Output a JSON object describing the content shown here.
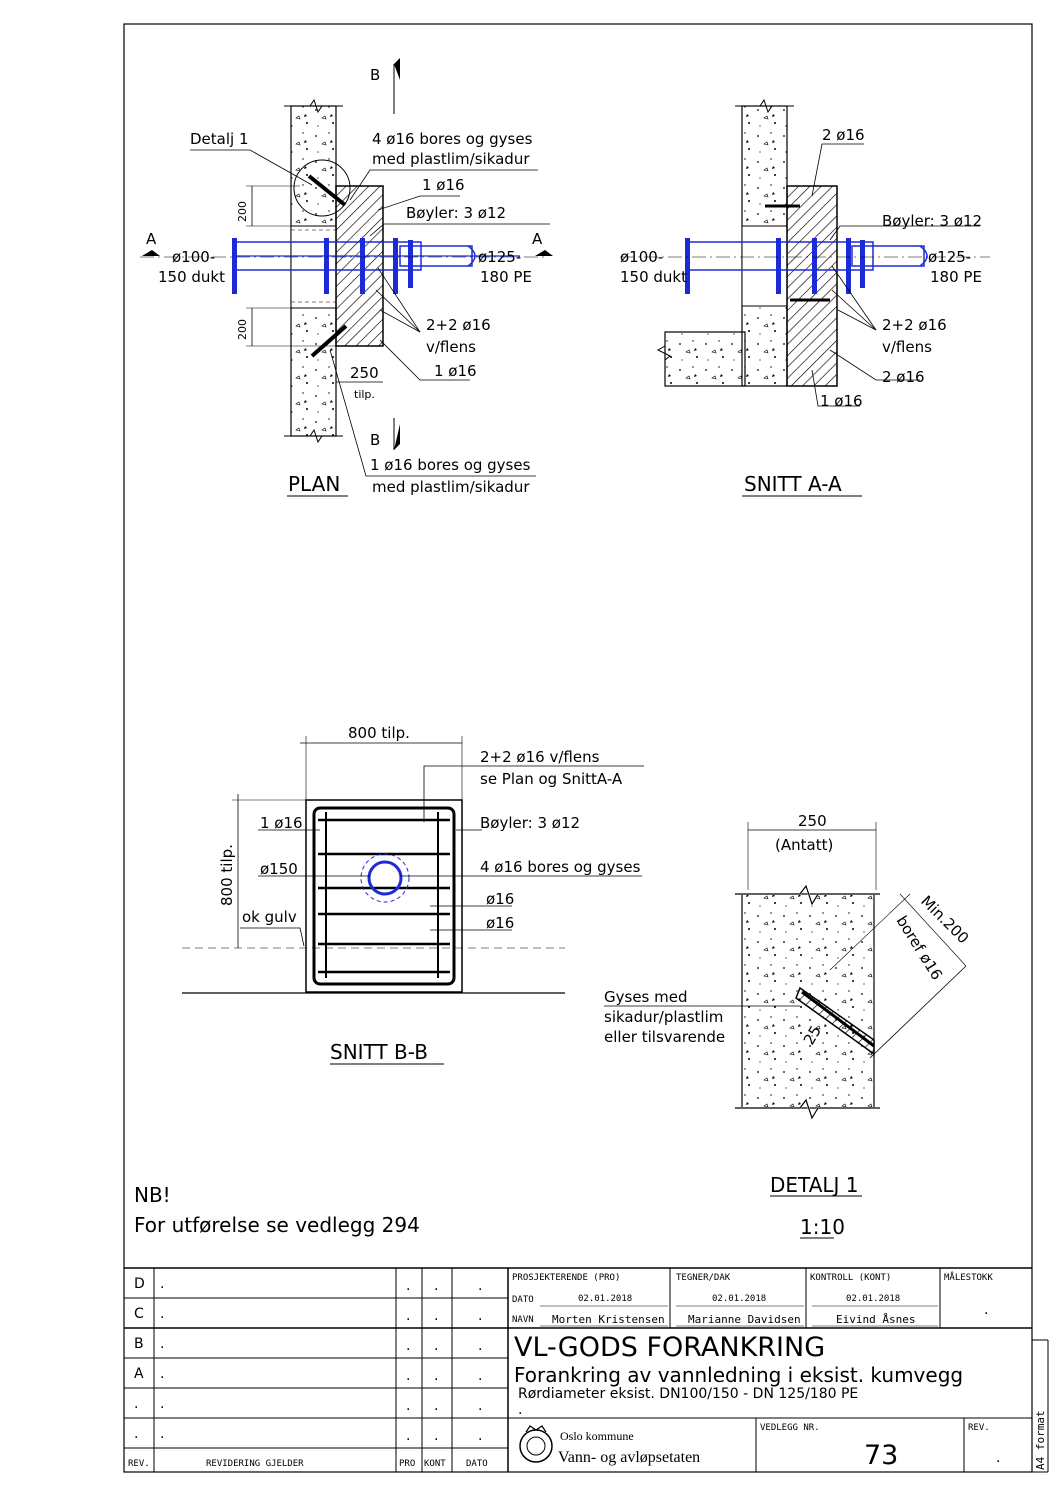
{
  "plan": {
    "section_mark_top": "B",
    "section_mark_bottom": "B",
    "section_left": "A",
    "section_right": "A",
    "detail_ref": "Detalj 1",
    "note_bores_1": "4 ø16 bores og gyses",
    "note_bores_2": "med plastlim/sikadur",
    "rebar_top": "1 ø16",
    "stirrups": "Bøyler: 3 ø12",
    "pipe_left_1": "ø100-",
    "pipe_left_2": "150 dukt",
    "pipe_right_1": "ø125-",
    "pipe_right_2": "180 PE",
    "dim_200_top": "200",
    "dim_200_bottom": "200",
    "flange_1": "2+2  ø16",
    "flange_2": "v/flens",
    "rebar_bottom": "1 ø16",
    "dim_250": "250",
    "tilp": "tilp.",
    "note_bottom_1": "1 ø16 bores og gyses",
    "note_bottom_2": "med plastlim/sikadur",
    "title": "PLAN"
  },
  "snitt_aa": {
    "rebar_top": "2 ø16",
    "stirrups": "Bøyler: 3 ø12",
    "pipe_left_1": "ø100-",
    "pipe_left_2": "150 dukt",
    "pipe_right_1": "ø125-",
    "pipe_right_2": "180 PE",
    "flange_1": "2+2  ø16",
    "flange_2": "v/flens",
    "rebar_2": "2 ø16",
    "rebar_1": "1 ø16",
    "title": "SNITT A-A"
  },
  "snitt_bb": {
    "dim_800": "800 tilp.",
    "flange_1": "2+2 ø16 v/flens",
    "flange_2": "se Plan og SnittA-A",
    "rebar_1": "1 ø16",
    "stirrups": "Bøyler: 3 ø12",
    "bores": "4 ø16 bores og gyses",
    "pipe": "ø150",
    "dim_800v": "800 tilp.",
    "rebar_a": "ø16",
    "rebar_b": "ø16",
    "floor": "ok gulv",
    "title": "SNITT B-B"
  },
  "detalj": {
    "dim_250": "250",
    "antatt": "(Antatt)",
    "min200": "Min.200",
    "boref": "boref ø16",
    "dim_25": "25",
    "gyses_1": "Gyses med",
    "gyses_2": "sikadur/plastlim",
    "gyses_3": "eller tilsvarende",
    "title": "DETALJ 1",
    "scale": "1:10"
  },
  "nb": {
    "line1": "NB!",
    "line2": "For utførelse se vedlegg 294"
  },
  "titleblock": {
    "rev_rows": [
      "D",
      "C",
      "B",
      "A",
      ".",
      "."
    ],
    "row_dot": ".",
    "col_rev": "REV.",
    "col_revidering": "REVIDERING GJELDER",
    "col_pro": "PRO",
    "col_kont": "KONT",
    "col_dato": "DATO",
    "prosjekterende": "PROSJEKTERENDE (PRO)",
    "tegner": "TEGNER/DAK",
    "kontroll": "KONTROLL (KONT)",
    "malestokk": "MÅLESTOKK",
    "dato_label": "DATO",
    "navn_label": "NAVN",
    "dato_pro": "02.01.2018",
    "dato_tegner": "02.01.2018",
    "dato_kont": "02.01.2018",
    "navn_pro": "Morten Kristensen",
    "navn_tegner": "Marianne Davidsen",
    "navn_kont": "Eivind Åsnes",
    "scale_value": ".",
    "title": "VL-GODS FORANKRING",
    "subtitle": "Forankring av vannledning i eksist. kumvegg",
    "subtitle2": "Rørdiameter eksist. DN100/150 - DN 125/180 PE",
    "extra": ".",
    "org1": "Oslo kommune",
    "org2": "Vann- og avløpsetaten",
    "vedlegg_label": "VEDLEGG NR.",
    "vedlegg_value": "73",
    "rev_label": "REV.",
    "rev_value": ".",
    "format": "A4 format"
  }
}
